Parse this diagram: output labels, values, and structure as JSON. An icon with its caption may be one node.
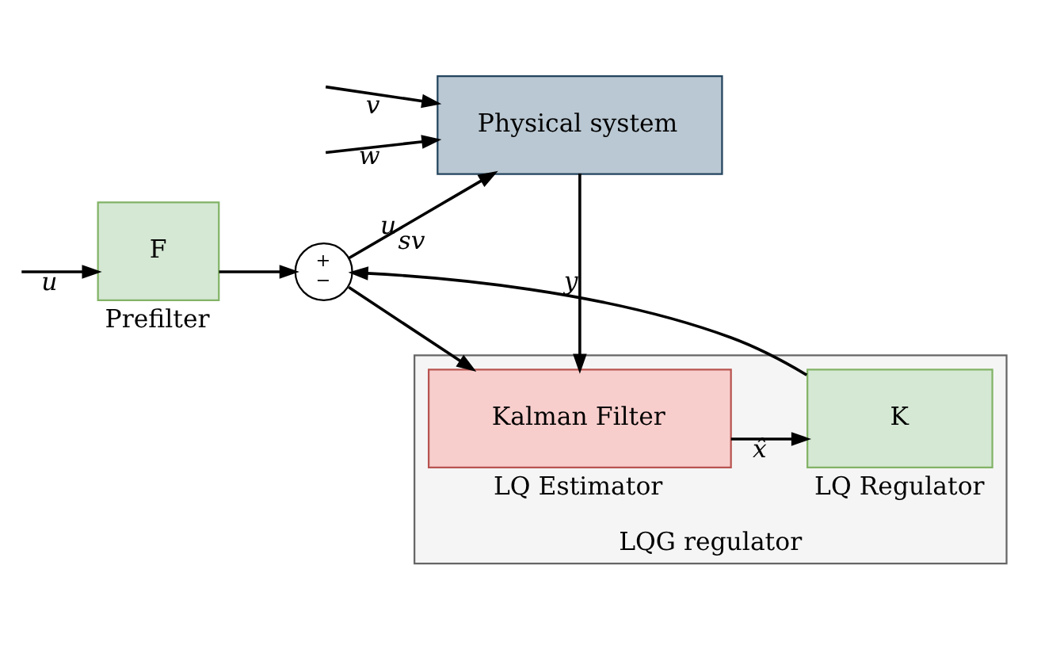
{
  "diagram": {
    "nodes": [
      {
        "text": [
          "LQG regulator"
        ]
      },
      {
        "text": [
          "F"
        ],
        "beside": [
          "Prefilter"
        ]
      },
      {
        "text": [
          "+",
          "−"
        ]
      },
      {
        "text": [
          "Physical system"
        ]
      },
      {
        "text": [
          "K"
        ],
        "beside": [
          "LQ Regulator"
        ],
        "in": 0
      },
      {
        "text": [
          "Kalman Filter"
        ],
        "beside": [
          "LQ Estimator"
        ],
        "in": 0
      }
    ],
    "edges": [
      {
        "from": null,
        "to": 1,
        "arrow": "to",
        "label": "u"
      },
      {
        "from": 1,
        "to": 2,
        "arrow": "to"
      },
      {
        "from": 2,
        "to": 3,
        "arrow": "to",
        "label": "u$_{sv}$"
      },
      {
        "from": null,
        "to": 3,
        "arrow": "to",
        "label": "v"
      },
      {
        "from": null,
        "to": 3,
        "arrow": "to",
        "label": "w"
      },
      {
        "from": 3,
        "to": 5,
        "arrow": "to",
        "label": "y"
      },
      {
        "from": 2,
        "to": 5,
        "arrow": "to"
      },
      {
        "from": 5,
        "to": 4,
        "arrow": "to",
        "label": "x̂"
      },
      {
        "from": 4,
        "to": 2,
        "arrow": "to"
      }
    ]
  }
}
